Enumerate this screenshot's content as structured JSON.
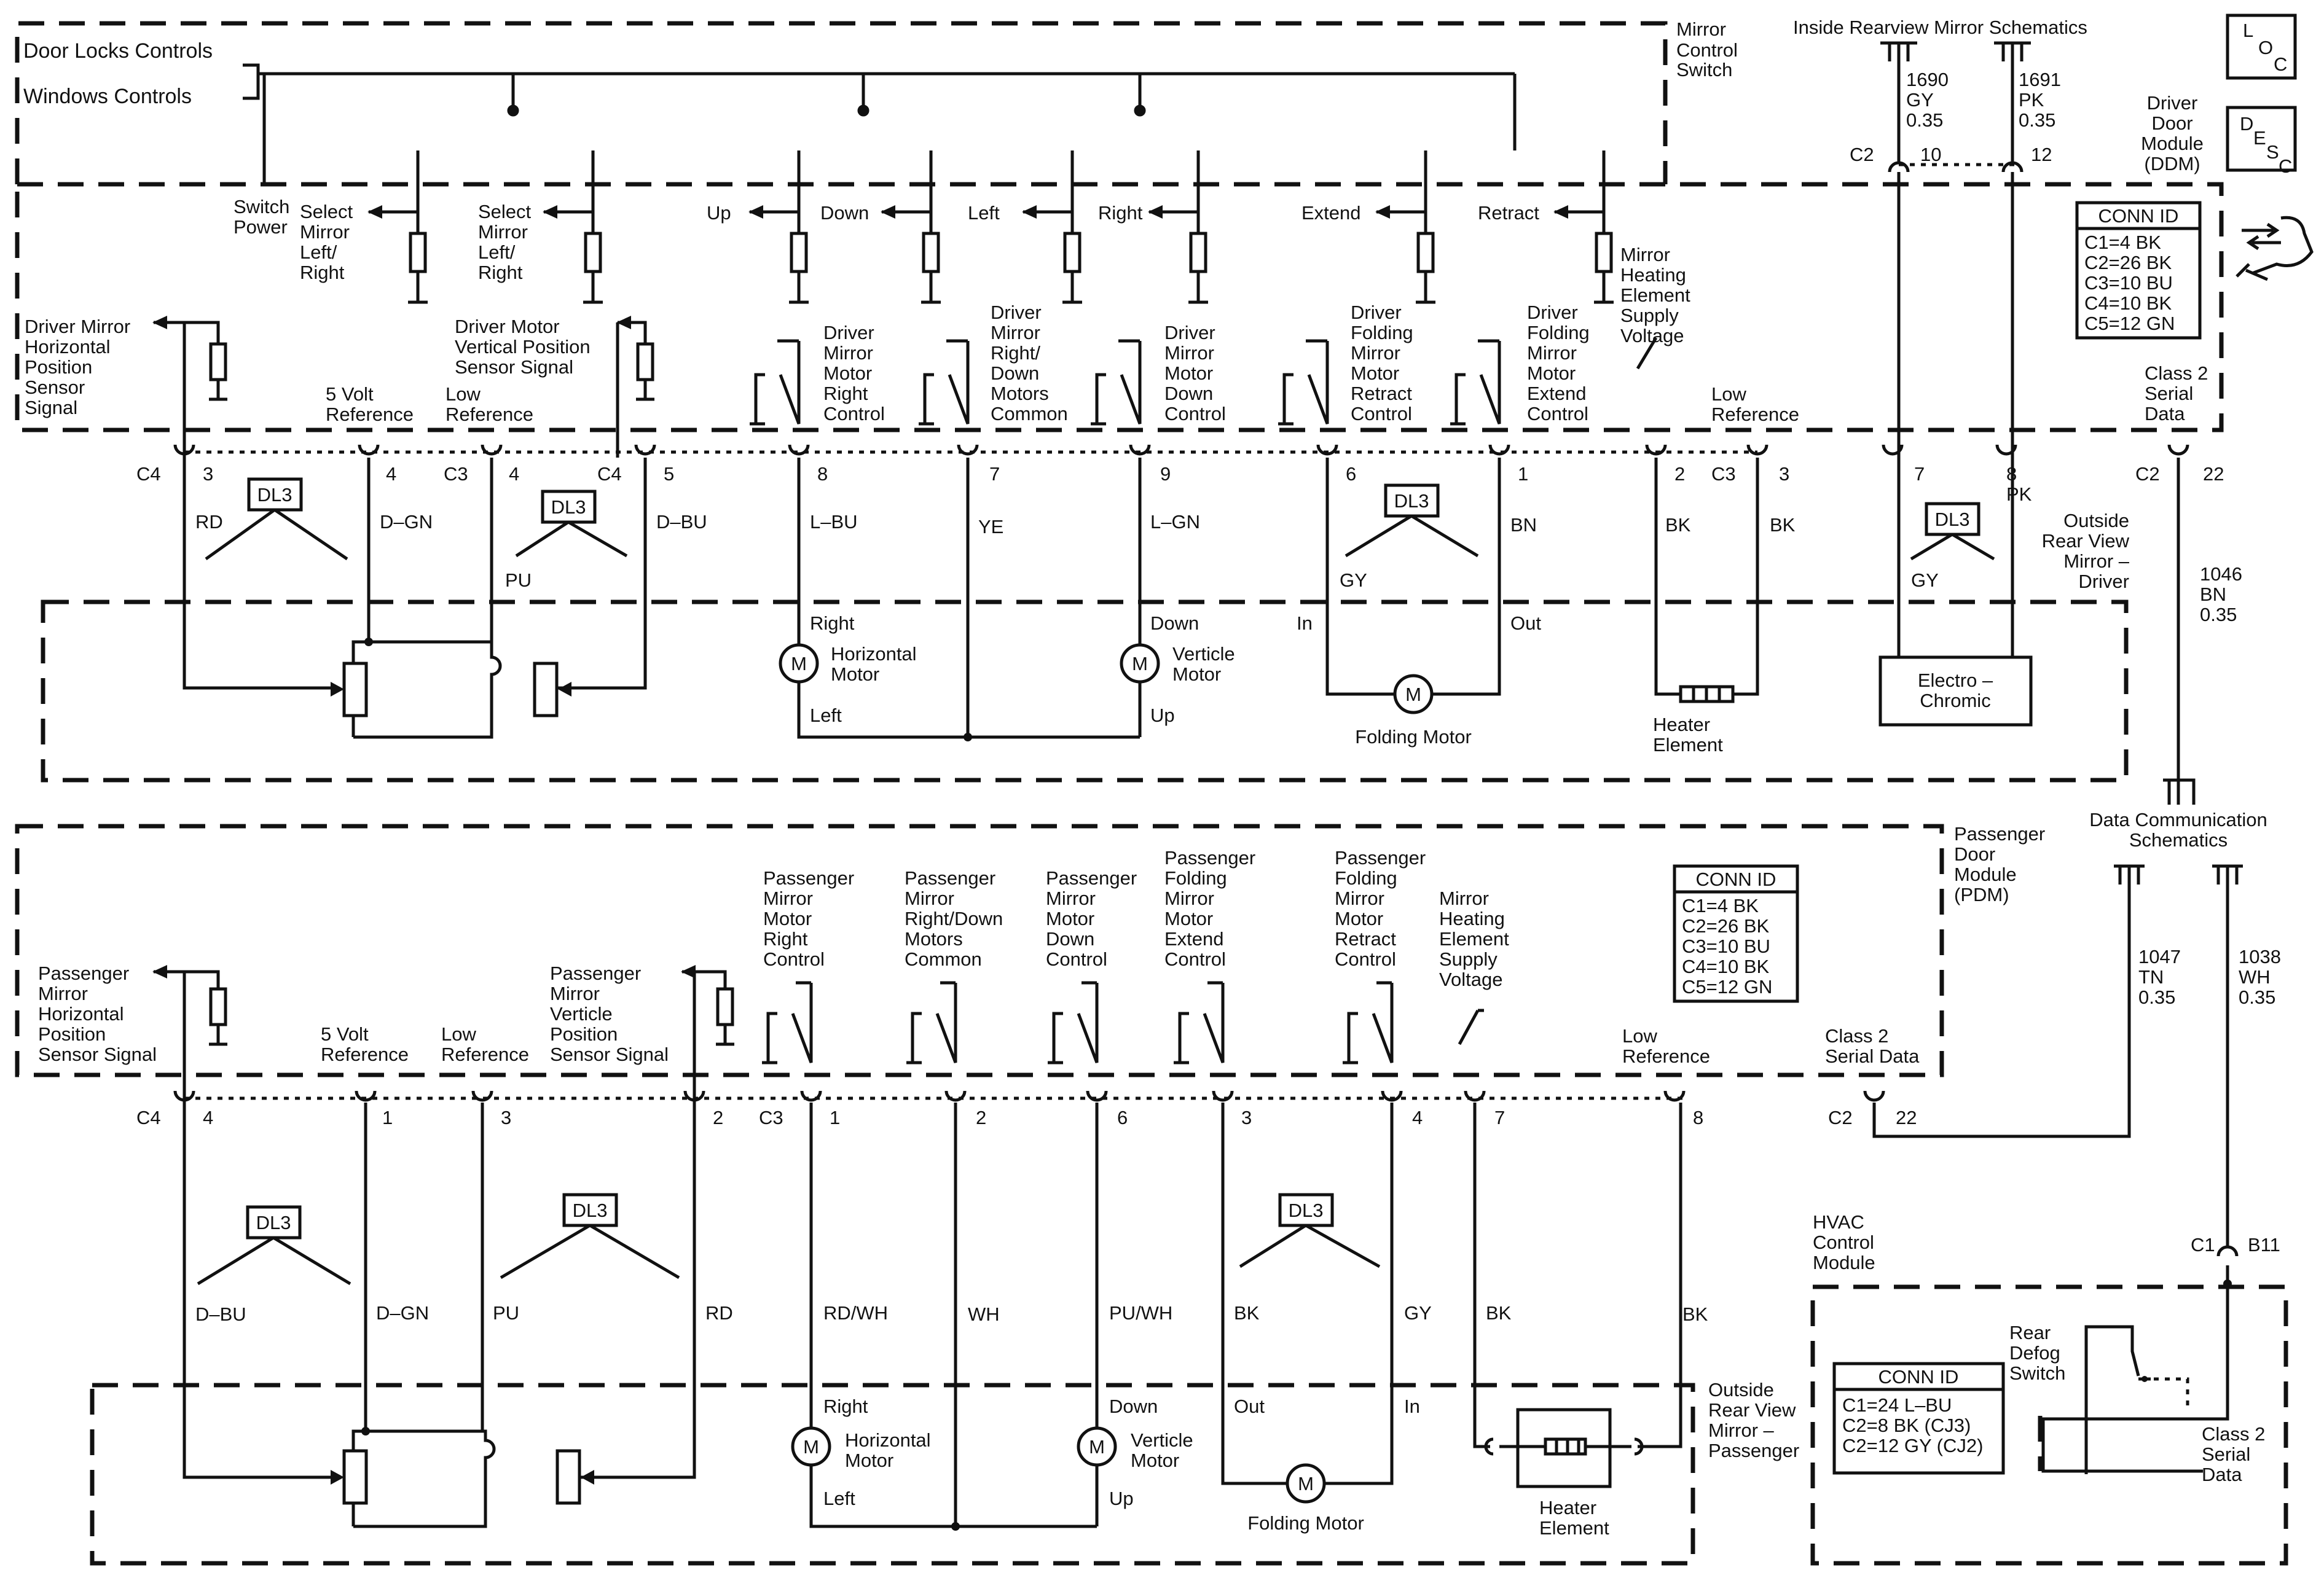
{
  "nav": {
    "door_locks": "Door Locks Controls",
    "windows": "Windows Controls",
    "mirror_switch": [
      "Mirror",
      "Control",
      "Switch"
    ],
    "inside_mirror": "Inside Rearview Mirror Schematics",
    "data_comm": [
      "Data Communication",
      "Schematics"
    ]
  },
  "icons": {
    "loc": [
      "L",
      "O",
      "C"
    ],
    "desc": [
      "D",
      "E",
      "S",
      "C"
    ]
  },
  "modules": {
    "ddm": [
      "Driver",
      "Door",
      "Module",
      "(DDM)"
    ],
    "pdm": [
      "Passenger",
      "Door",
      "Module",
      "(PDM)"
    ],
    "hvac": [
      "HVAC",
      "Control",
      "Module"
    ],
    "osrv_driver": [
      "Outside",
      "Rear View",
      "Mirror –",
      "Driver"
    ],
    "osrv_pass": [
      "Outside",
      "Rear View",
      "Mirror –",
      "Passenger"
    ]
  },
  "conn_ddm": {
    "title": "CONN ID",
    "rows": [
      "C1=4 BK",
      "C2=26 BK",
      "C3=10 BU",
      "C4=10 BK",
      "C5=12 GN"
    ]
  },
  "conn_pdm": {
    "title": "CONN ID",
    "rows": [
      "C1=4 BK",
      "C2=26 BK",
      "C3=10 BU",
      "C4=10 BK",
      "C5=12 GN"
    ]
  },
  "conn_hvac": {
    "title": "CONN ID",
    "rows": [
      "C1=24 L–BU",
      "C2=8 BK (CJ3)",
      "C2=12 GY (CJ2)"
    ]
  },
  "switch_labels": {
    "switch_power": [
      "Switch",
      "Power"
    ],
    "select1": [
      "Select",
      "Mirror",
      "Left/",
      "Right"
    ],
    "select2": [
      "Select",
      "Mirror",
      "Left/",
      "Right"
    ],
    "up": "Up",
    "down": "Down",
    "left": "Left",
    "right": "Right",
    "extend": "Extend",
    "retract": "Retract"
  },
  "driver_labels": {
    "horiz_sensor": [
      "Driver Mirror",
      "Horizontal",
      "Position",
      "Sensor",
      "Signal"
    ],
    "five_volt": [
      "5 Volt",
      "Reference"
    ],
    "low_ref": [
      "Low",
      "Reference"
    ],
    "vert_sensor": [
      "Driver Motor",
      "Vertical Position",
      "Sensor Signal"
    ],
    "right_ctrl": [
      "Driver",
      "Mirror",
      "Motor",
      "Right",
      "Control"
    ],
    "common": [
      "Driver",
      "Mirror",
      "Right/",
      "Down",
      "Motors",
      "Common"
    ],
    "down_ctrl": [
      "Driver",
      "Mirror",
      "Motor",
      "Down",
      "Control"
    ],
    "retract_ctrl": [
      "Driver",
      "Folding",
      "Mirror",
      "Motor",
      "Retract",
      "Control"
    ],
    "extend_ctrl": [
      "Driver",
      "Folding",
      "Mirror",
      "Motor",
      "Extend",
      "Control"
    ],
    "heater_supply": [
      "Mirror",
      "Heating",
      "Element",
      "Supply",
      "Voltage"
    ],
    "low_ref2": [
      "Low",
      "Reference"
    ],
    "class2": [
      "Class 2",
      "Serial",
      "Data"
    ]
  },
  "driver_pins": {
    "c4a": "C4",
    "p3": "3",
    "p4": "4",
    "c3": "C3",
    "p4b": "4",
    "c4b": "C4",
    "p5": "5",
    "p8": "8",
    "p7": "7",
    "p9": "9",
    "p6": "6",
    "p1": "1",
    "p2": "2",
    "c3b": "C3",
    "p3b": "3",
    "p7b": "7",
    "p8b": "8",
    "pk": "PK",
    "c2": "C2",
    "p22": "22",
    "c2top": "C2",
    "p10": "10",
    "p12": "12"
  },
  "driver_wires": {
    "rd": "RD",
    "dgn": "D–GN",
    "pu": "PU",
    "dbu": "D–BU",
    "lbu": "L–BU",
    "ye": "YE",
    "lgn": "L–GN",
    "gy": "GY",
    "bn": "BN",
    "bk1": "BK",
    "bk2": "BK",
    "gy2": "GY",
    "w1690": [
      "1690",
      "GY",
      "0.35"
    ],
    "w1691": [
      "1691",
      "PK",
      "0.35"
    ],
    "w1046": [
      "1046",
      "BN",
      "0.35"
    ]
  },
  "driver_comp": {
    "right": "Right",
    "left": "Left",
    "hmotor": [
      "Horizontal",
      "Motor"
    ],
    "down": "Down",
    "up": "Up",
    "vmotor": [
      "Verticle",
      "Motor"
    ],
    "in": "In",
    "out": "Out",
    "folding": "Folding Motor",
    "heater": [
      "Heater",
      "Element"
    ],
    "electro": [
      "Electro –",
      "Chromic"
    ],
    "m": "M",
    "dl3": "DL3"
  },
  "pass_labels": {
    "horiz_sensor": [
      "Passenger",
      "Mirror",
      "Horizontal",
      "Position",
      "Sensor Signal"
    ],
    "five_volt": [
      "5 Volt",
      "Reference"
    ],
    "low_ref": [
      "Low",
      "Reference"
    ],
    "vert_sensor": [
      "Passenger",
      "Mirror",
      "Verticle",
      "Position",
      "Sensor Signal"
    ],
    "right_ctrl": [
      "Passenger",
      "Mirror",
      "Motor",
      "Right",
      "Control"
    ],
    "common": [
      "Passenger",
      "Mirror",
      "Right/Down",
      "Motors",
      "Common"
    ],
    "down_ctrl": [
      "Passenger",
      "Mirror",
      "Motor",
      "Down",
      "Control"
    ],
    "extend_ctrl": [
      "Passenger",
      "Folding",
      "Mirror",
      "Motor",
      "Extend",
      "Control"
    ],
    "retract_ctrl": [
      "Passenger",
      "Folding",
      "Mirror",
      "Motor",
      "Retract",
      "Control"
    ],
    "heater_supply": [
      "Mirror",
      "Heating",
      "Element",
      "Supply",
      "Voltage"
    ],
    "low_ref2": [
      "Low",
      "Reference"
    ],
    "class2": [
      "Class 2",
      "Serial Data"
    ]
  },
  "pass_pins": {
    "c4": "C4",
    "p4": "4",
    "p1": "1",
    "p3": "3",
    "p2": "2",
    "c3": "C3",
    "p1b": "1",
    "p2b": "2",
    "p6": "6",
    "p3b": "3",
    "p4b": "4",
    "p7": "7",
    "p8": "8",
    "c2": "C2",
    "p22": "22",
    "c1": "C1",
    "b11": "B11"
  },
  "pass_wires": {
    "dbu": "D–BU",
    "dgn": "D–GN",
    "pu": "PU",
    "rd": "RD",
    "rdwh": "RD/WH",
    "wh": "WH",
    "puwh": "PU/WH",
    "bk": "BK",
    "gy": "GY",
    "bk2": "BK",
    "bk3": "BK",
    "w1047": [
      "1047",
      "TN",
      "0.35"
    ],
    "w1038": [
      "1038",
      "WH",
      "0.35"
    ]
  },
  "pass_comp": {
    "right": "Right",
    "left": "Left",
    "hmotor": [
      "Horizontal",
      "Motor"
    ],
    "down": "Down",
    "up": "Up",
    "vmotor": [
      "Verticle",
      "Motor"
    ],
    "out": "Out",
    "in": "In",
    "folding": "Folding Motor",
    "heater": [
      "Heater",
      "Element"
    ],
    "rear_defog": [
      "Rear",
      "Defog",
      "Switch"
    ],
    "class2": [
      "Class 2",
      "Serial",
      "Data"
    ]
  }
}
